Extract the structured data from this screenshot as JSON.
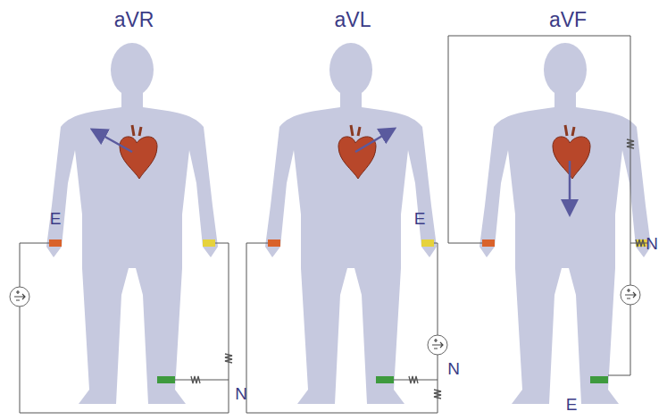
{
  "diagram": {
    "labels": [
      "aVR",
      "E",
      "N",
      "aVL",
      "E",
      "N",
      "aVF",
      "N",
      "E"
    ]
  }
}
